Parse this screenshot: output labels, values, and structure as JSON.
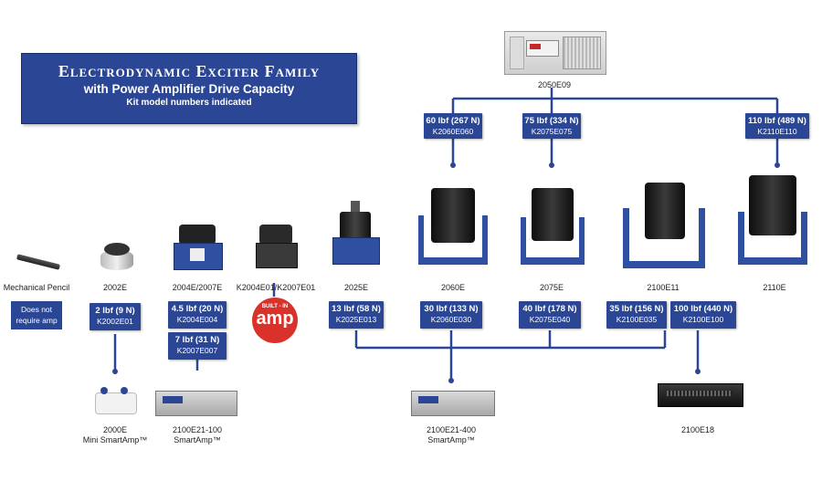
{
  "title": {
    "main": "Electrodynamic Exciter Family",
    "sub": "with Power Amplifier Drive Capacity",
    "note": "Kit model numbers indicated"
  },
  "amplifiers": {
    "top": "2050E09",
    "mini_model": "2000E",
    "mini_name": "Mini SmartAmp™",
    "sa100_model": "2100E21-100",
    "sa100_name": "SmartAmp™",
    "sa400_model": "2100E21-400",
    "sa400_name": "SmartAmp™",
    "e18": "2100E18"
  },
  "exciters": {
    "pencil": "Mechanical Pencil",
    "e2002": "2002E",
    "e2004": "2004E/2007E",
    "k2004": "K2004E01/K2007E01",
    "e2025": "2025E",
    "e2060": "2060E",
    "e2075": "2075E",
    "e2100": "2100E11",
    "e2110": "2110E"
  },
  "notes": {
    "pencil": "Does not require amp",
    "builtin_top": "BUILT - IN",
    "builtin_main": "amp"
  },
  "specs": {
    "top60": {
      "force": "60 lbf (267 N)",
      "kit": "K2060E060"
    },
    "top75": {
      "force": "75 lbf (334 N)",
      "kit": "K2075E075"
    },
    "top110": {
      "force": "110 lbf (489 N)",
      "kit": "K2110E110"
    },
    "s2": {
      "force": "2 lbf (9 N)",
      "kit": "K2002E01"
    },
    "s45": {
      "force": "4.5 lbf (20 N)",
      "kit": "K2004E004"
    },
    "s7": {
      "force": "7 lbf (31 N)",
      "kit": "K2007E007"
    },
    "s13": {
      "force": "13 lbf (58 N)",
      "kit": "K2025E013"
    },
    "s30": {
      "force": "30 lbf (133 N)",
      "kit": "K2060E030"
    },
    "s40": {
      "force": "40 lbf (178 N)",
      "kit": "K2075E040"
    },
    "s35": {
      "force": "35 lbf (156 N)",
      "kit": "K2100E035"
    },
    "s100": {
      "force": "100 lbf (440 N)",
      "kit": "K2100E100"
    }
  },
  "colors": {
    "brand_blue": "#2a4694",
    "amp_red": "#d9322b",
    "wire": "#2a4694"
  }
}
